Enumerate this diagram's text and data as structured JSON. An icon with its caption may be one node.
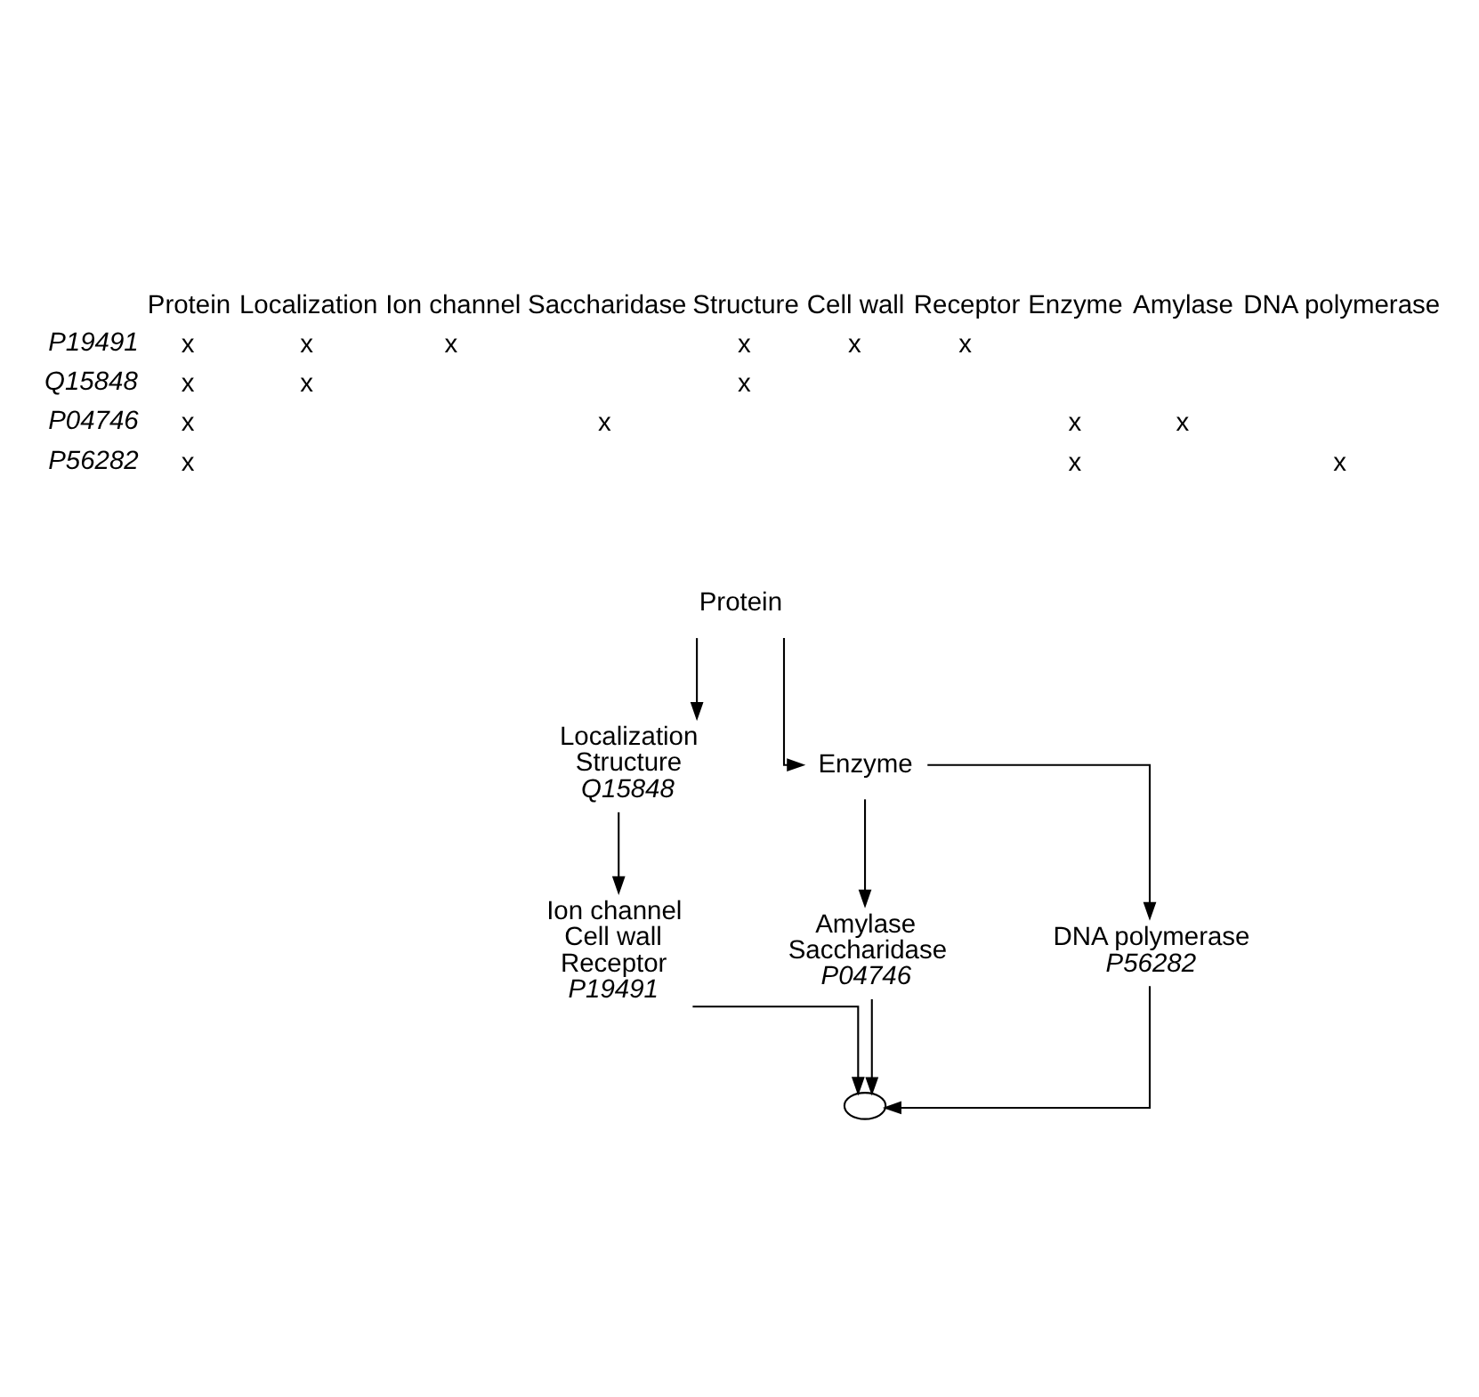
{
  "diagram": {
    "nodes": [
      {
        "text": [
          "Protein"
        ]
      },
      {
        "text": [
          "Localization",
          "Structure",
          "Q15848"
        ]
      },
      {
        "text": [
          "Enzyme"
        ]
      },
      {
        "text": [
          "Ion channel",
          "Cell wall",
          "Receptor",
          "P19491"
        ]
      },
      {
        "text": [
          "Amylase",
          "Saccharidase",
          "P04746"
        ]
      },
      {
        "text": [
          "DNA polymerase",
          "P56282"
        ]
      },
      {
        "text": [],
        "shape": "circle"
      }
    ],
    "edges": [
      {
        "from": 0,
        "to": 1,
        "arrow": "to"
      },
      {
        "from": 0,
        "to": 2,
        "arrow": "to"
      },
      {
        "from": 1,
        "to": 3,
        "arrow": "to"
      },
      {
        "from": 2,
        "to": 4,
        "arrow": "to"
      },
      {
        "from": 2,
        "to": 5,
        "arrow": "to"
      },
      {
        "from": 3,
        "to": 6,
        "arrow": "to"
      },
      {
        "from": 4,
        "to": 6,
        "arrow": "to"
      },
      {
        "from": 5,
        "to": 6,
        "arrow": "to"
      }
    ],
    "labels": [
      "Protein",
      "Localization",
      "Ion channel",
      "Saccharidase",
      "Structure",
      "Cell wall",
      "Receptor",
      "Enzyme",
      "Amylase",
      "DNA polymerase",
      "P19491",
      "x",
      "x",
      "x",
      "x",
      "x",
      "x",
      "Q15848",
      "x",
      "x",
      "x",
      "P04746",
      "x",
      "x",
      "x",
      "x",
      "P56282",
      "x",
      "x",
      "x"
    ]
  }
}
